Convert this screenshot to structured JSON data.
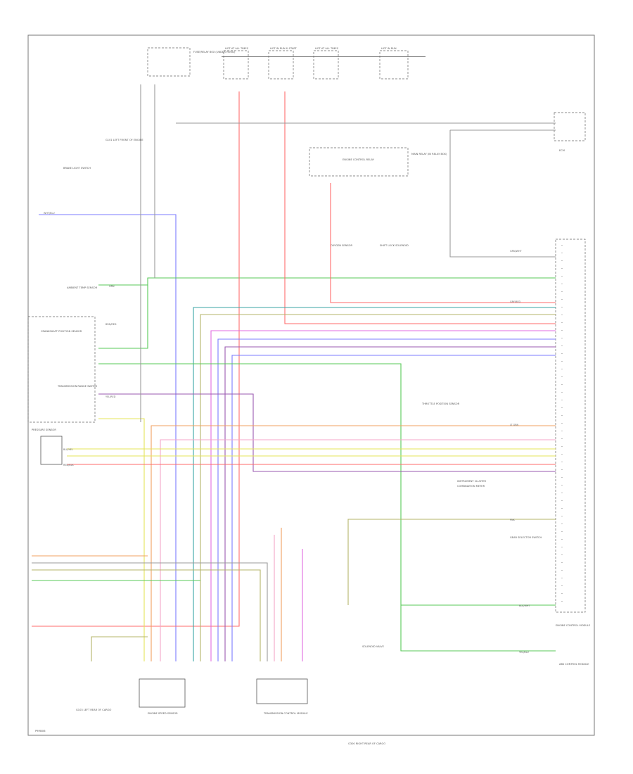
{
  "page_code": "P9MK06",
  "components": {
    "top_fuse_1": "HOT AT ALL TIMES",
    "top_fuse_2": "HOT IN RUN & START",
    "top_fuse_3": "HOT AT ALL TIMES",
    "top_fuse_4": "HOT IN RUN",
    "fuse_box_label": "FUSE/RELAY BOX (UNDER HOOD)",
    "g_relay_label": "ENGINE CONTROL RELAY",
    "ground_1": "G101 LEFT FRONT OF ENGINE",
    "ground_2": "G103 LEFT REAR OF CARGO",
    "ground_3": "G300 RIGHT REAR OF CARGO",
    "brake_switch": "BRAKE LIGHT SWITCH",
    "main_relay": "MAIN RELAY (IN RELAY BOX)",
    "radio_label": "ENGINE CONTROL MODULE",
    "crank_sensor": "CRANKSHAFT POSITION SENSOR",
    "trans_sensor": "TRANSMISSION RANGE SWITCH",
    "ecm_label": "ECM",
    "ambient_sensor": "AMBIENT TEMP SENSOR",
    "instrument_cluster": "INSTRUMENT CLUSTER",
    "engine_speed_sensor": "ENGINE SPEED SENSOR",
    "pressure_sensor": "PRESSURE SENSOR",
    "solenoid_valve": "SOLENOID VALVE",
    "transmission_control": "TRANSMISSION CONTROL MODULE",
    "abs_unit": "ABS CONTROL MODULE",
    "oxygen_sensor": "OXYGEN SENSOR",
    "throttle": "THROTTLE POSITION SENSOR",
    "shift_lock": "SHIFT LOCK SOLENOID",
    "gearshift_switch": "GEAR SELECTOR SWITCH",
    "combination": "COMBINATION METER"
  },
  "wire_colors": {
    "blue": "#7b7bff",
    "green": "#57c957",
    "red": "#ff6b6b",
    "teal": "#3aa6a6",
    "magenta": "#e06be0",
    "purple": "#9a5ab0",
    "yellow": "#e4e45a",
    "orange": "#f0a060",
    "olive": "#b4b46a",
    "pink": "#f4a6c8",
    "gray": "#9a9a9a"
  },
  "wire_labels": {
    "w1": "WHT/BLU",
    "w2": "GRN",
    "w3": "BRN/RED",
    "w4": "YEL/RED",
    "w5": "BLU/YEL",
    "w6": "RED/BLK",
    "w7": "GRN/WHT",
    "w8": "GRY/RED",
    "w9": "LT GRN",
    "w10": "PNK",
    "w11": "BLK/WHT",
    "w12": "YEL/BLU"
  }
}
